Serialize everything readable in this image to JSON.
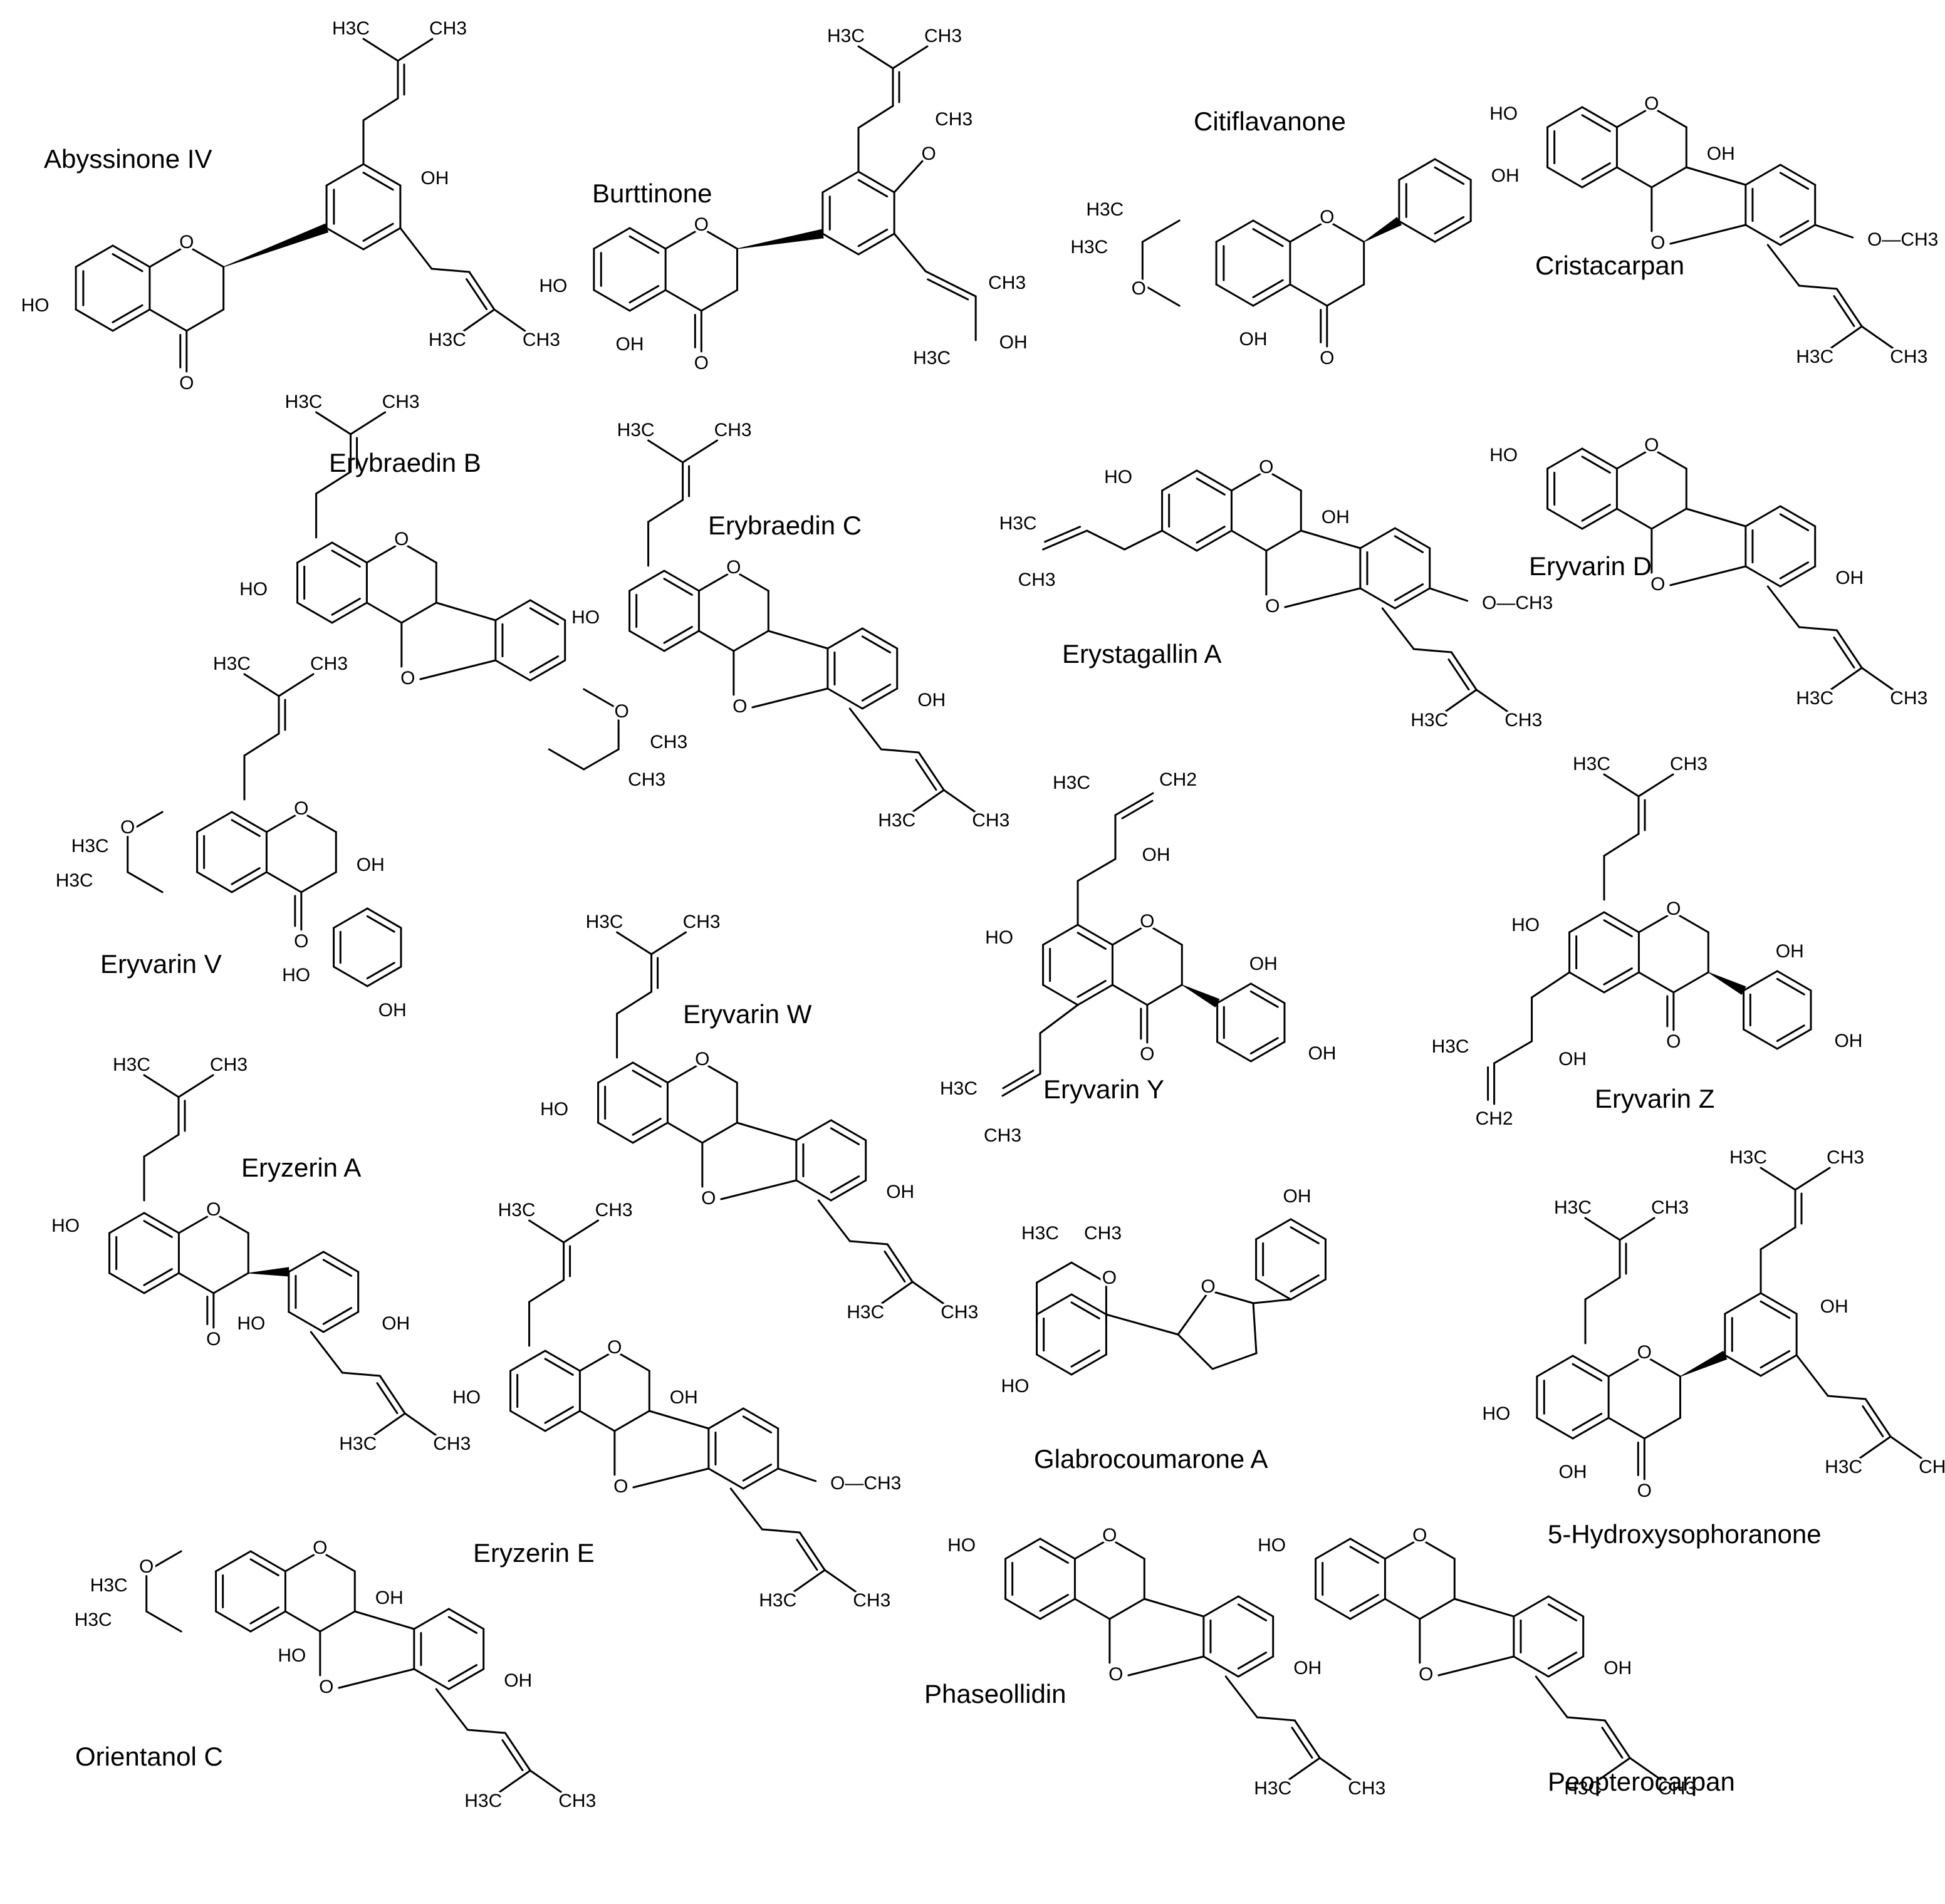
{
  "compounds": {
    "abyssinone_iv": {
      "name": "Abyssinone IV"
    },
    "burttinone": {
      "name": "Burttinone"
    },
    "citiflavanone": {
      "name": "Citiflavanone"
    },
    "cristacarpan": {
      "name": "Cristacarpan"
    },
    "erybraedin_b": {
      "name": "Erybraedin B"
    },
    "erybraedin_c": {
      "name": "Erybraedin C"
    },
    "erystagallin_a": {
      "name": "Erystagallin A"
    },
    "eryvarin_d": {
      "name": "Eryvarin D"
    },
    "eryvarin_v": {
      "name": "Eryvarin V"
    },
    "eryvarin_w": {
      "name": "Eryvarin W"
    },
    "eryvarin_y": {
      "name": "Eryvarin Y"
    },
    "eryvarin_z": {
      "name": "Eryvarin Z"
    },
    "eryzerin_a": {
      "name": "Eryzerin A"
    },
    "eryzerin_e": {
      "name": "Eryzerin E"
    },
    "glabrocoumarone_a": {
      "name": "Glabrocoumarone A"
    },
    "hydroxysophoranone": {
      "name": "5-Hydroxysophoranone"
    },
    "orientanol_c": {
      "name": "Orientanol C"
    },
    "phaseollidin": {
      "name": "Phaseollidin"
    },
    "peopterocarpan": {
      "name": "Peopterocarpan"
    }
  },
  "atom_labels": {
    "oh": "OH",
    "ho": "HO",
    "o": "O",
    "ch3": "CH3",
    "h3c": "H3C",
    "ch2": "CH2",
    "o_ch3": "O—CH3"
  },
  "colors": {
    "ink": "#000000",
    "background": "#ffffff"
  }
}
